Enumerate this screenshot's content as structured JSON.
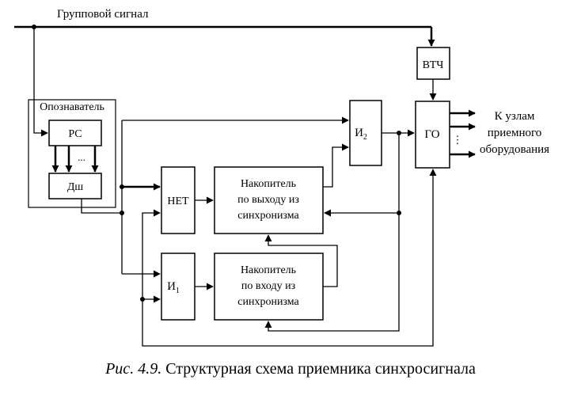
{
  "diagram": {
    "input_label": "Групповой сигнал",
    "blocks": {
      "oznavatel": "Опознаватель",
      "rs": "РС",
      "rs_dots": "...",
      "dsh": "Дш",
      "vtch": "ВТЧ",
      "go": "ГО",
      "i2_main": "И",
      "i2_sub": "2",
      "net": "НЕТ",
      "i1_main": "И",
      "i1_sub": "1",
      "nak_out": [
        "Накопитель",
        "по выходу из",
        "синхронизма"
      ],
      "nak_in": [
        "Накопитель",
        "по входу из",
        "синхронизма"
      ]
    },
    "outputs": {
      "label": [
        "К узлам",
        "приемного",
        "оборудования"
      ],
      "dots": "⋮"
    }
  },
  "caption": {
    "number": "Рис. 4.9.",
    "text": "Структурная схема приемника синхросигнала"
  }
}
